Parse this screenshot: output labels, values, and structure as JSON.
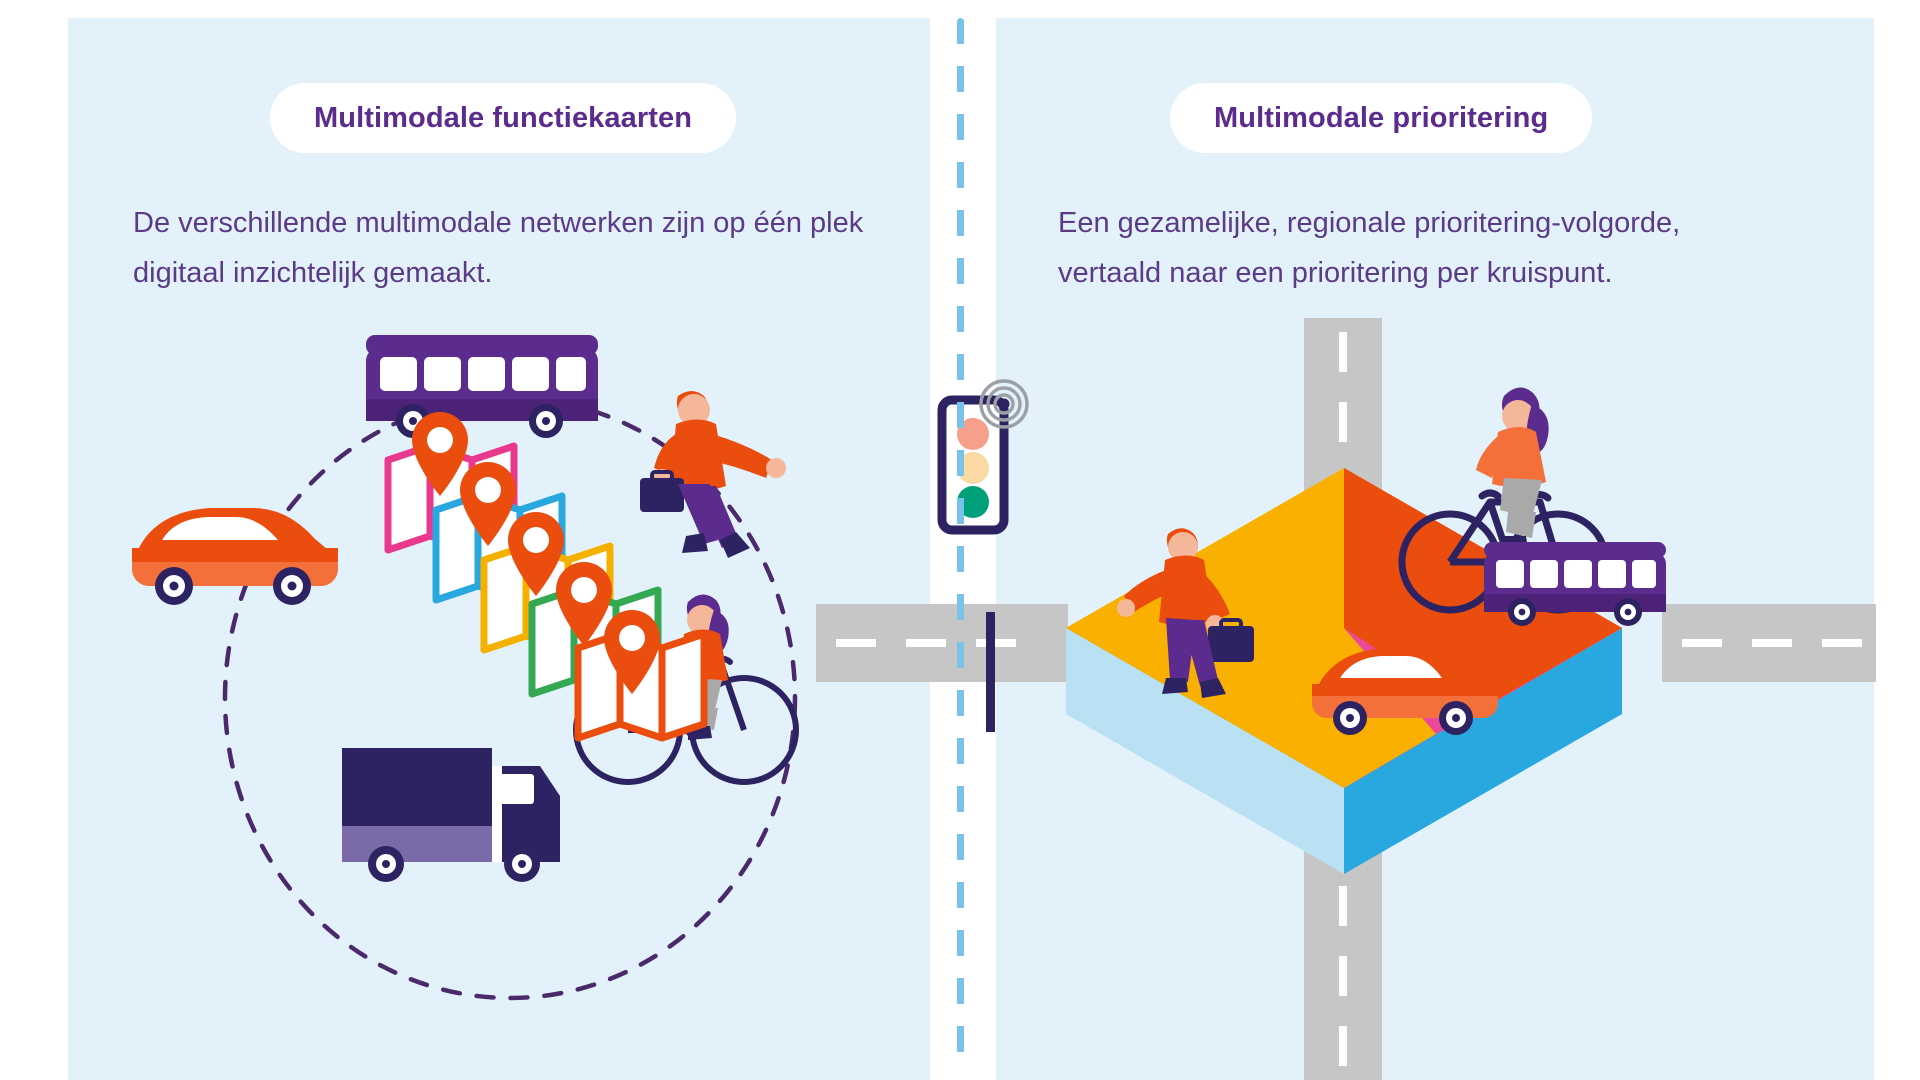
{
  "layout": {
    "background": "#ffffff",
    "panel_bg": "#e3f2fa",
    "divider_color": "#79c3ea",
    "title_color": "#5b2b8e",
    "body_color": "#5b3a86"
  },
  "panels": [
    {
      "id": "multimodale-functiekaarten",
      "title": "Multimodale functiekaarten",
      "body": "De verschillende multimodale netwerken zijn op één plek digitaal inzichtelijk gemaakt.",
      "illustration": {
        "name": "multimodal-network-circle",
        "description": "Dashed circle with bus, pedestrian, cyclist, truck, car around a stack of folded maps with location pins",
        "items": [
          {
            "name": "bus-icon",
            "color": "#5b2b8e"
          },
          {
            "name": "pedestrian-icon",
            "jacket": "#ea4d0d",
            "trousers": "#5b2b8e"
          },
          {
            "name": "cyclist-icon",
            "frame": "#2d2363",
            "jacket": "#ea4d0d",
            "hair": "#5b2b8e"
          },
          {
            "name": "truck-icon",
            "body": "#2d2363",
            "lower": "#7a6ba8"
          },
          {
            "name": "car-icon",
            "color": "#ea4d0d"
          },
          {
            "name": "folded-maps-icon",
            "layers": [
              "#e9398f",
              "#29a8e0",
              "#f6b000",
              "#34a853",
              "#ea4d0d"
            ],
            "pin_color": "#ea4d0d"
          }
        ]
      }
    },
    {
      "id": "multimodale-prioritering",
      "title": "Multimodale prioritering",
      "body": "Een gezamelijke, regionale prioritering-volgorde, vertaald naar een prioritering per kruispunt.",
      "illustration": {
        "name": "isometric-intersection",
        "description": "Isometric crossroads platform split into four coloured quadrants with a traffic light broadcasting a signal",
        "quadrants": [
          {
            "name": "quadrant-north-cyclist",
            "color": "#ea4d0d",
            "mode": "cyclist"
          },
          {
            "name": "quadrant-west-pedestrian",
            "color": "#f9b000",
            "mode": "pedestrian"
          },
          {
            "name": "quadrant-east-bus",
            "color": "#ec4899",
            "mode": "bus"
          },
          {
            "name": "quadrant-south-car",
            "color": "#29a8e0",
            "mode": "car"
          }
        ],
        "platform_side_color": "#29a8e0",
        "platform_top_edge_color": "#b9e0f3",
        "road_color": "#c6c6c6",
        "road_marking_color": "#ffffff",
        "traffic_light": {
          "name": "traffic-light-icon",
          "housing": "#2d2363",
          "lights": [
            {
              "name": "red-light",
              "color": "#f5a08a"
            },
            {
              "name": "amber-light",
              "color": "#fbd9a5"
            },
            {
              "name": "green-light",
              "color": "#00a07a"
            }
          ],
          "signal_wave_color": "#9aa0a6"
        }
      }
    }
  ]
}
